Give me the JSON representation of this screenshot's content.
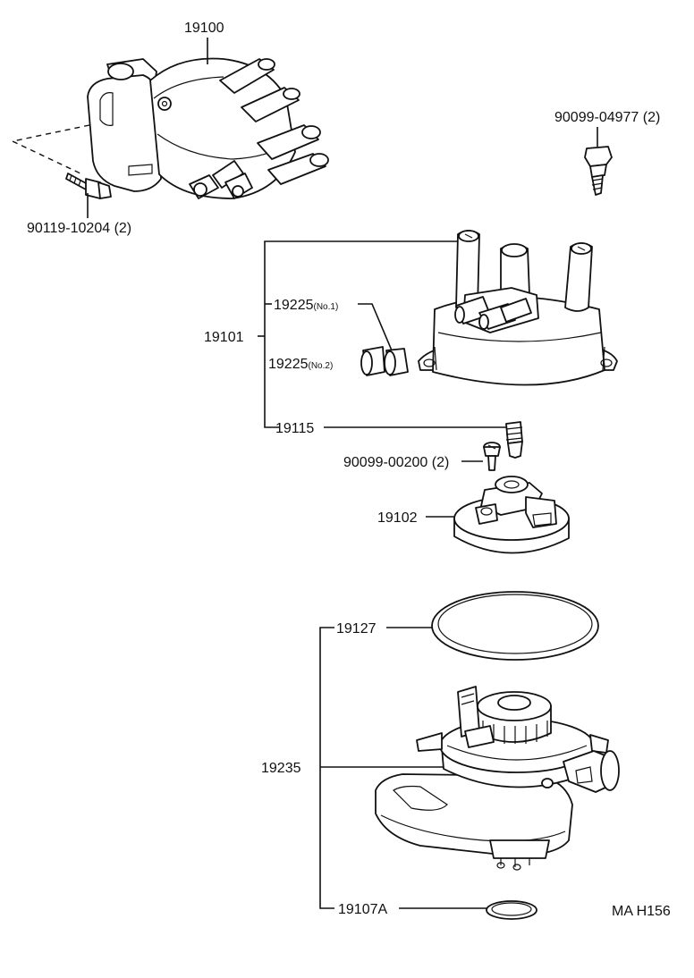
{
  "labels": {
    "assembly": "19100",
    "bolt_top_right": "90099-04977 (2)",
    "bolt_left": "90119-10204 (2)",
    "cap_set": "19101",
    "rotor_no1_num": "19225",
    "rotor_no1_suffix": "(No.1)",
    "rotor_no2_num": "19225",
    "rotor_no2_suffix": "(No.2)",
    "spring": "19115",
    "screw": "90099-00200 (2)",
    "rotor": "19102",
    "o_ring_large": "19127",
    "housing": "19235",
    "o_ring_small": "19107A",
    "figure_code": "MA H156"
  }
}
